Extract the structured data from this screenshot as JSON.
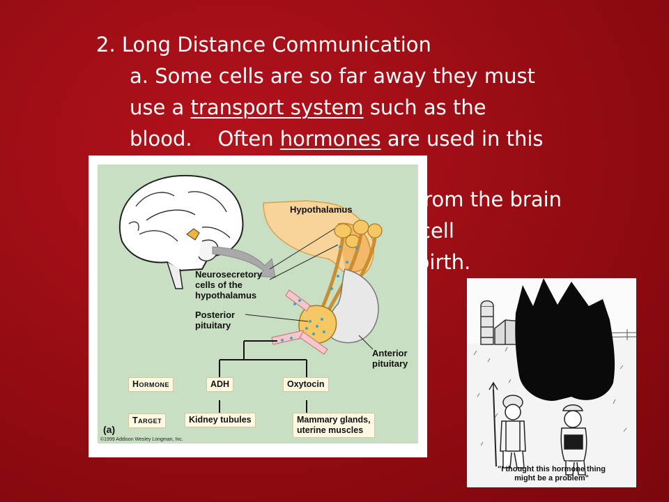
{
  "slide": {
    "heading": "2. Long Distance Communication",
    "para_a": {
      "prefix": "a. Some cells are so far away they must",
      "line2_pre": "use a ",
      "line2_u": "transport system",
      "line2_post": " such as the",
      "line3_pre": "blood.    Often ",
      "line3_u": "hormones",
      "line3_post": " are used in this"
    },
    "hidden_lines": [
      "from the brain",
      "cell",
      "birth."
    ]
  },
  "diagram": {
    "labels": {
      "hypothalamus": "Hypothalamus",
      "neuro": "Neurosecretory cells of the hypothalamus",
      "neuro_l1": "Neurosecretory",
      "neuro_l2": "cells of the",
      "neuro_l3": "hypothalamus",
      "posterior_l1": "Posterior",
      "posterior_l2": "pituitary",
      "anterior_l1": "Anterior",
      "anterior_l2": "pituitary",
      "panel": "(a)",
      "copyright": "©1999 Addison Wesley Longman, Inc."
    },
    "boxes": {
      "hormone": "Hormone",
      "target": "Target",
      "adh": "ADH",
      "oxytocin": "Oxytocin",
      "kidney": "Kidney tubules",
      "mammary_l1": "Mammary glands,",
      "mammary_l2": "uterine muscles"
    }
  },
  "cartoon": {
    "caption_l1": "\"I thought this hormone thing",
    "caption_l2": "might be a problem\""
  }
}
